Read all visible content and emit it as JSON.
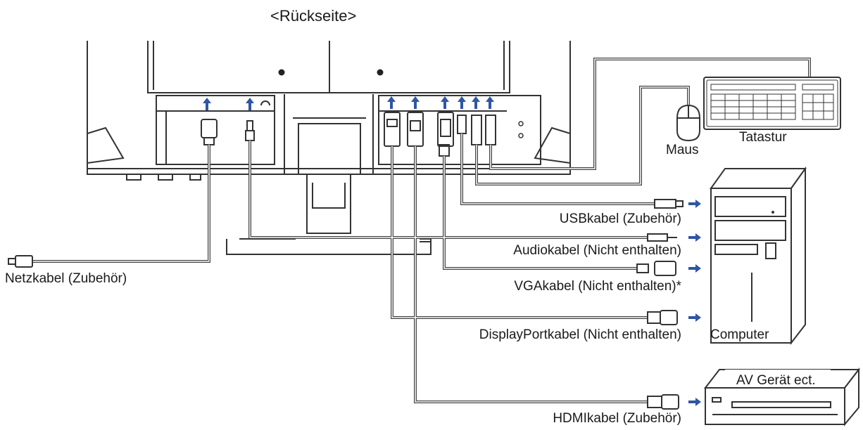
{
  "title": "<Rückseite>",
  "peripherals": {
    "mouse": "Maus",
    "keyboard": "Tatastur",
    "computer": "Computer",
    "av_device": "AV Gerät ect."
  },
  "cables": {
    "power": "Netzkabel (Zubehör)",
    "usb": "USBkabel (Zubehör)",
    "audio": "Audiokabel (Nicht enthalten)",
    "vga": "VGAkabel (Nicht enthalten)*",
    "displayport": "DisplayPortkabel (Nicht enthalten)",
    "hdmi": "HDMIkabel (Zubehör)"
  },
  "colors": {
    "line": "#333333",
    "arrow": "#2f55a4"
  }
}
